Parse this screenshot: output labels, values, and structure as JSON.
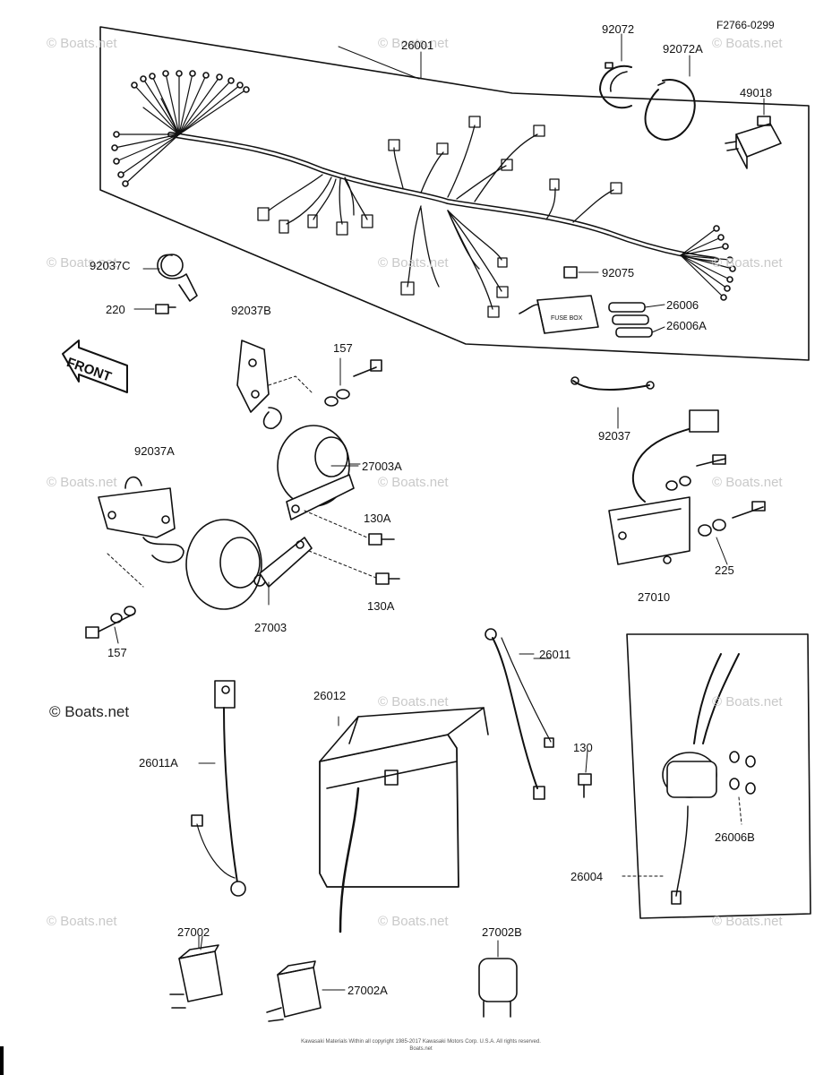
{
  "figure_code": "F2766-0299",
  "watermark": "© Boats.net",
  "front_label": "FRONT",
  "copyright": "Kawasaki Materials Within all copyright 1985-2017 Kawasaki Motors Corp. U.S.A. All rights reserved. Boats.net",
  "parts": {
    "p26001": "26001",
    "p92072": "92072",
    "p92072A": "92072A",
    "p49018": "49018",
    "p92037C": "92037C",
    "p220": "220",
    "p92075": "92075",
    "p26006": "26006",
    "p26006A": "26006A",
    "p92037B": "92037B",
    "p157a": "157",
    "p92037": "92037",
    "p92037A": "92037A",
    "p27003A": "27003A",
    "p130Aa": "130A",
    "p130Ab": "130A",
    "p27003": "27003",
    "p157b": "157",
    "p225": "225",
    "p27010": "27010",
    "p26011": "26011",
    "p26012": "26012",
    "p130": "130",
    "p26011A": "26011A",
    "p26006B": "26006B",
    "p26004": "26004",
    "p27002": "27002",
    "p27002B": "27002B",
    "p27002A": "27002A"
  }
}
